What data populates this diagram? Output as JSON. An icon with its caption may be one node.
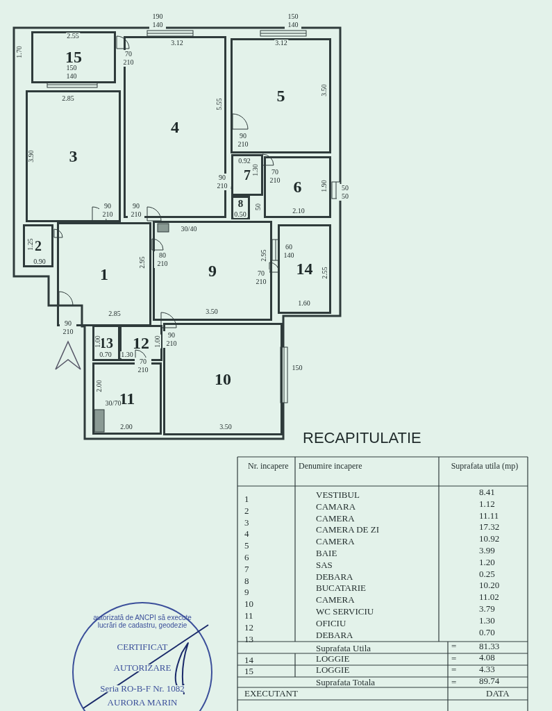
{
  "diagram": {
    "title": "RECAPITULATIE",
    "nodes": [
      {
        "text": [
          "15"
        ]
      },
      {
        "text": [
          "4"
        ]
      },
      {
        "text": [
          "5"
        ]
      },
      {
        "text": [
          "3"
        ]
      },
      {
        "text": [
          "7"
        ]
      },
      {
        "text": [
          "6"
        ]
      },
      {
        "text": [
          "8"
        ]
      },
      {
        "text": [
          "2"
        ]
      },
      {
        "text": [
          "1"
        ]
      },
      {
        "text": [
          "9"
        ]
      },
      {
        "text": [
          "14"
        ]
      },
      {
        "text": [
          "13"
        ]
      },
      {
        "text": [
          "12"
        ]
      },
      {
        "text": [
          "11"
        ]
      },
      {
        "text": [
          "10"
        ]
      }
    ],
    "labels": [
      "190 140",
      "150 140",
      "2.55",
      "1.70",
      "70 210",
      "150 140",
      "3.12",
      "5.55",
      "3.12",
      "3.50",
      "2.85",
      "3.90",
      "90 210",
      "90 210",
      "90 210",
      "0.92",
      "90 210",
      "1.30",
      "70 210",
      "1.90",
      "2.10",
      "50 50",
      "0.50",
      "50",
      "1.25",
      "0.90",
      "2.95",
      "2.85",
      "80 210",
      "90 210",
      "30/40",
      "2.95",
      "3.50",
      "70 210",
      "60 140",
      "2.55",
      "1.60",
      "1.00",
      "0.70",
      "1.30",
      "1.00",
      "90 210",
      "70 210",
      "2.00",
      "30/70",
      "2.00",
      "3.50",
      "150",
      "Nr. incapere",
      "Denumire incapere",
      "Suprafata utila (mp)",
      "1",
      "VESTIBUL",
      "8.41",
      "2",
      "CAMARA",
      "1.12",
      "3",
      "CAMERA",
      "11.11",
      "4",
      "CAMERA DE ZI",
      "17.32",
      "5",
      "CAMERA",
      "10.92",
      "6",
      "BAIE",
      "3.99",
      "7",
      "SAS",
      "1.20",
      "8",
      "DEBARA",
      "0.25",
      "9",
      "BUCATARIE",
      "10.20",
      "10",
      "CAMERA",
      "11.02",
      "11",
      "WC SERVICIU",
      "3.79",
      "12",
      "OFICIU",
      "1.30",
      "13",
      "DEBARA",
      "0.70",
      "Suprafata Utila",
      "=",
      "81.33",
      "14",
      "LOGGIE",
      "=",
      "4.08",
      "15",
      "LOGGIE",
      "=",
      "4.33",
      "Suprafata Totala",
      "=",
      "89.74",
      "EXECUTANT",
      "DATA",
      "autorizată de ANCPI să execute lucrări de cadastru, geodezie",
      "CERTIFICAT",
      "AUTORIZARE",
      "Seria RO-B-F Nr. 1082",
      "AURORA MARIN"
    ]
  }
}
